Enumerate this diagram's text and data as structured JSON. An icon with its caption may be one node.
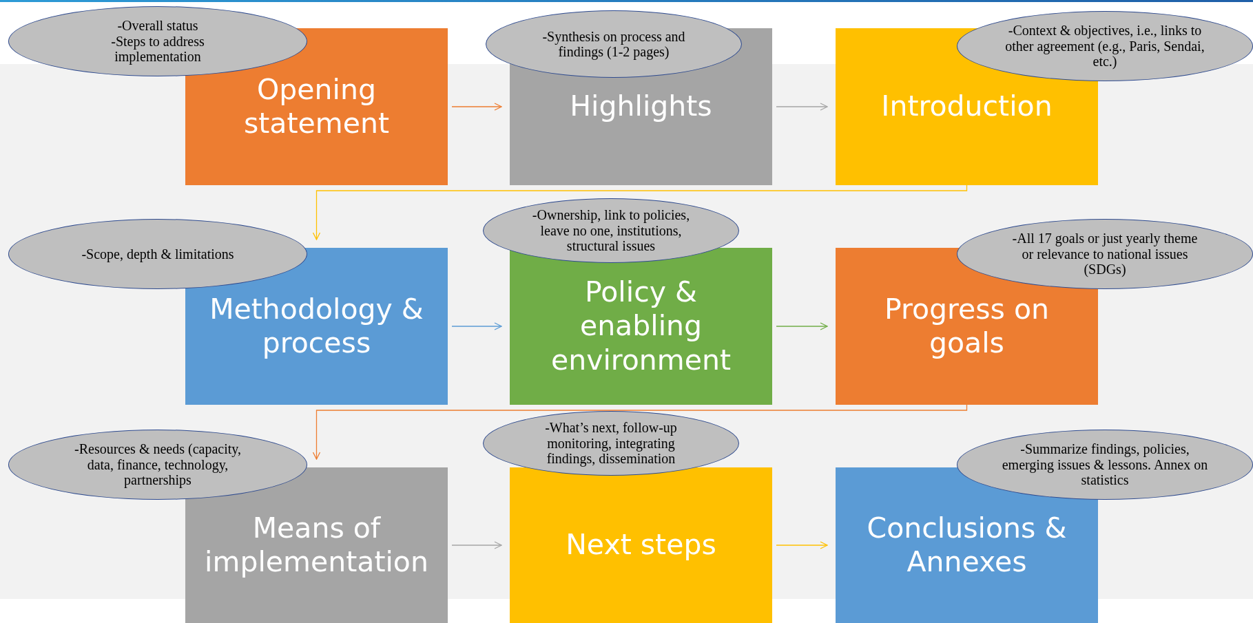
{
  "diagram": {
    "nodes": [
      {
        "text": [
          "Opening statement"
        ]
      },
      {
        "text": [
          "-Overall status",
          "-Steps to address implementation"
        ]
      },
      {
        "text": [
          "Highlights"
        ]
      },
      {
        "text": [
          "-Synthesis on process and findings (1-2 pages)"
        ]
      },
      {
        "text": [
          "Introduction"
        ]
      },
      {
        "text": [
          "-Context & objectives, i.e., links to other agreement (e.g., Paris, Sendai, etc.)"
        ]
      },
      {
        "text": [
          "Methodology & process"
        ]
      },
      {
        "text": [
          "-Scope, depth & limitations"
        ]
      },
      {
        "text": [
          "Policy & enabling environment"
        ]
      },
      {
        "text": [
          "-Ownership, link to policies, leave no one, institutions, structural issues"
        ]
      },
      {
        "text": [
          "Progress on goals"
        ]
      },
      {
        "text": [
          "-All 17 goals or just yearly theme or relevance to national issues (SDGs)"
        ]
      },
      {
        "text": [
          "Means of implementation"
        ]
      },
      {
        "text": [
          "-Resources & needs (capacity, data, finance, technology, partnerships"
        ]
      },
      {
        "text": [
          "Next steps"
        ]
      },
      {
        "text": [
          "-What’s next, follow-up monitoring, integrating findings, dissemination"
        ]
      },
      {
        "text": [
          "Conclusions & Annexes"
        ]
      },
      {
        "text": [
          "-Summarize findings, policies, emerging issues & lessons. Annex on statistics"
        ]
      }
    ],
    "edges": [
      {
        "from": 0,
        "to": 2,
        "arrow": "to",
        "color": "#ed7d31"
      },
      {
        "from": 2,
        "to": 4,
        "arrow": "to",
        "color": "#a5a5a5"
      },
      {
        "from": 4,
        "to": 6,
        "arrow": "to",
        "color": "#ffc000"
      },
      {
        "from": 6,
        "to": 8,
        "arrow": "to",
        "color": "#5b9bd5"
      },
      {
        "from": 8,
        "to": 10,
        "arrow": "to",
        "color": "#70ad47"
      },
      {
        "from": 10,
        "to": 12,
        "arrow": "to",
        "color": "#ed7d31"
      },
      {
        "from": 12,
        "to": 14,
        "arrow": "to",
        "color": "#a5a5a5"
      },
      {
        "from": 14,
        "to": 16,
        "arrow": "to",
        "color": "#ffc000"
      }
    ]
  }
}
